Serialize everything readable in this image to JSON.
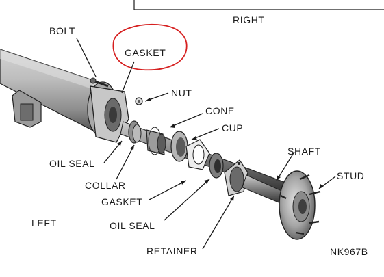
{
  "labels": {
    "right": "RIGHT",
    "left": "LEFT",
    "bolt": "BOLT",
    "gasket_top": "GASKET",
    "nut": "NUT",
    "cone": "CONE",
    "cup": "CUP",
    "shaft": "SHAFT",
    "stud": "STUD",
    "oil_seal_left": "OIL SEAL",
    "collar": "COLLAR",
    "gasket_bottom": "GASKET",
    "oil_seal_bottom": "OIL SEAL",
    "retainer": "RETAINER",
    "figure_code": "NK967B"
  },
  "colors": {
    "ink": "#1a1a1a",
    "highlight_circle": "#d62020",
    "background": "#ffffff"
  }
}
